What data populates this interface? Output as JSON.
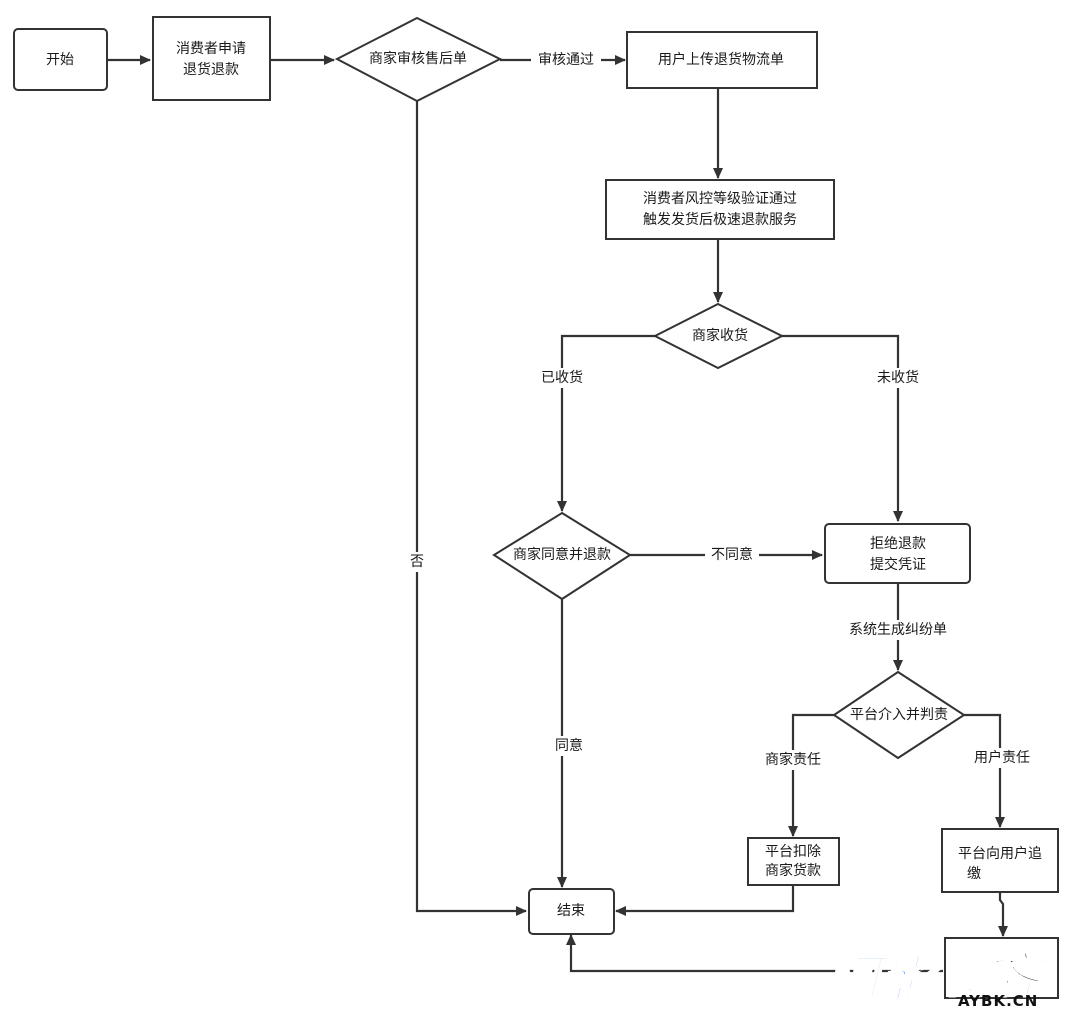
{
  "nodes": {
    "start": "开始",
    "apply": [
      "消费者申请",
      "退货退款"
    ],
    "review": "商家审核售后单",
    "upload": "用户上传退货物流单",
    "risk": [
      "消费者风控等级验证通过",
      "触发发货后极速退款服务"
    ],
    "receive": "商家收货",
    "agree_refund": "商家同意并退款",
    "reject": [
      "拒绝退款",
      "提交凭证"
    ],
    "platform": "平台介入并判责",
    "deduct": [
      "平台扣除",
      "商家货款"
    ],
    "recover": [
      "平台向用户追",
      "缴"
    ],
    "end": "结束",
    "hidden_box": [
      "……",
      "……"
    ]
  },
  "edges": {
    "approved": "审核通过",
    "no": "否",
    "received": "已收货",
    "not_received": "未收货",
    "disagree": "不同意",
    "agree": "同意",
    "dispute": "系统生成纠纷单",
    "merchant_fault": "商家责任",
    "user_fault": "用户责任"
  },
  "watermark": {
    "text_a": "阿影",
    "text_b": "博客",
    "domain": "AYBK.CN",
    "color": "#1e63e6"
  }
}
